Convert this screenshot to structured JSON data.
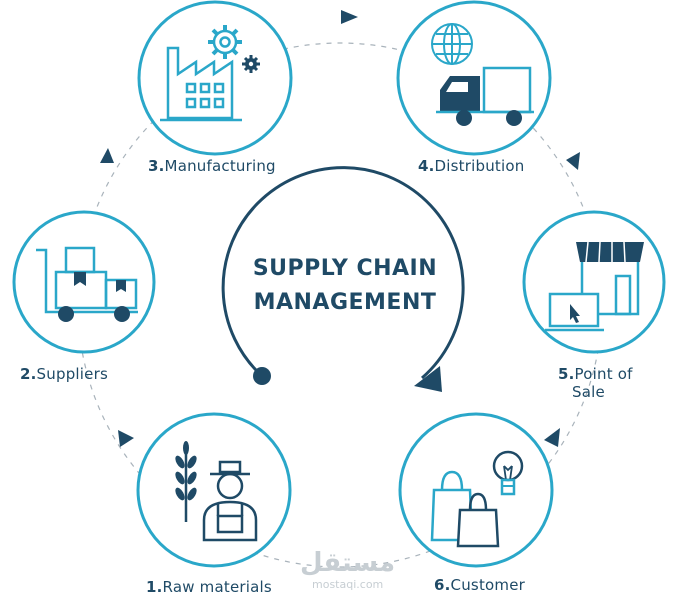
{
  "title": {
    "line1": "SUPPLY CHAIN",
    "line2": "MANAGEMENT"
  },
  "steps": [
    {
      "num": "1.",
      "label": "Raw materials",
      "icon": "farmer-wheat-icon"
    },
    {
      "num": "2.",
      "label": "Suppliers",
      "icon": "cart-boxes-icon"
    },
    {
      "num": "3.",
      "label": "Manufacturing",
      "icon": "factory-gears-icon"
    },
    {
      "num": "4.",
      "label": "Distribution",
      "icon": "globe-truck-icon"
    },
    {
      "num": "5.",
      "label": "Point of",
      "label2": "Sale",
      "icon": "store-computer-icon"
    },
    {
      "num": "6.",
      "label": "Customer",
      "icon": "shopping-bags-bulb-icon"
    }
  ],
  "watermark": {
    "arabic": "مستقل",
    "latin": "mostaqi.com"
  },
  "colors": {
    "teal": "#2aa7c9",
    "navy": "#1f4a66",
    "circle_border": "#2aa7c9"
  }
}
